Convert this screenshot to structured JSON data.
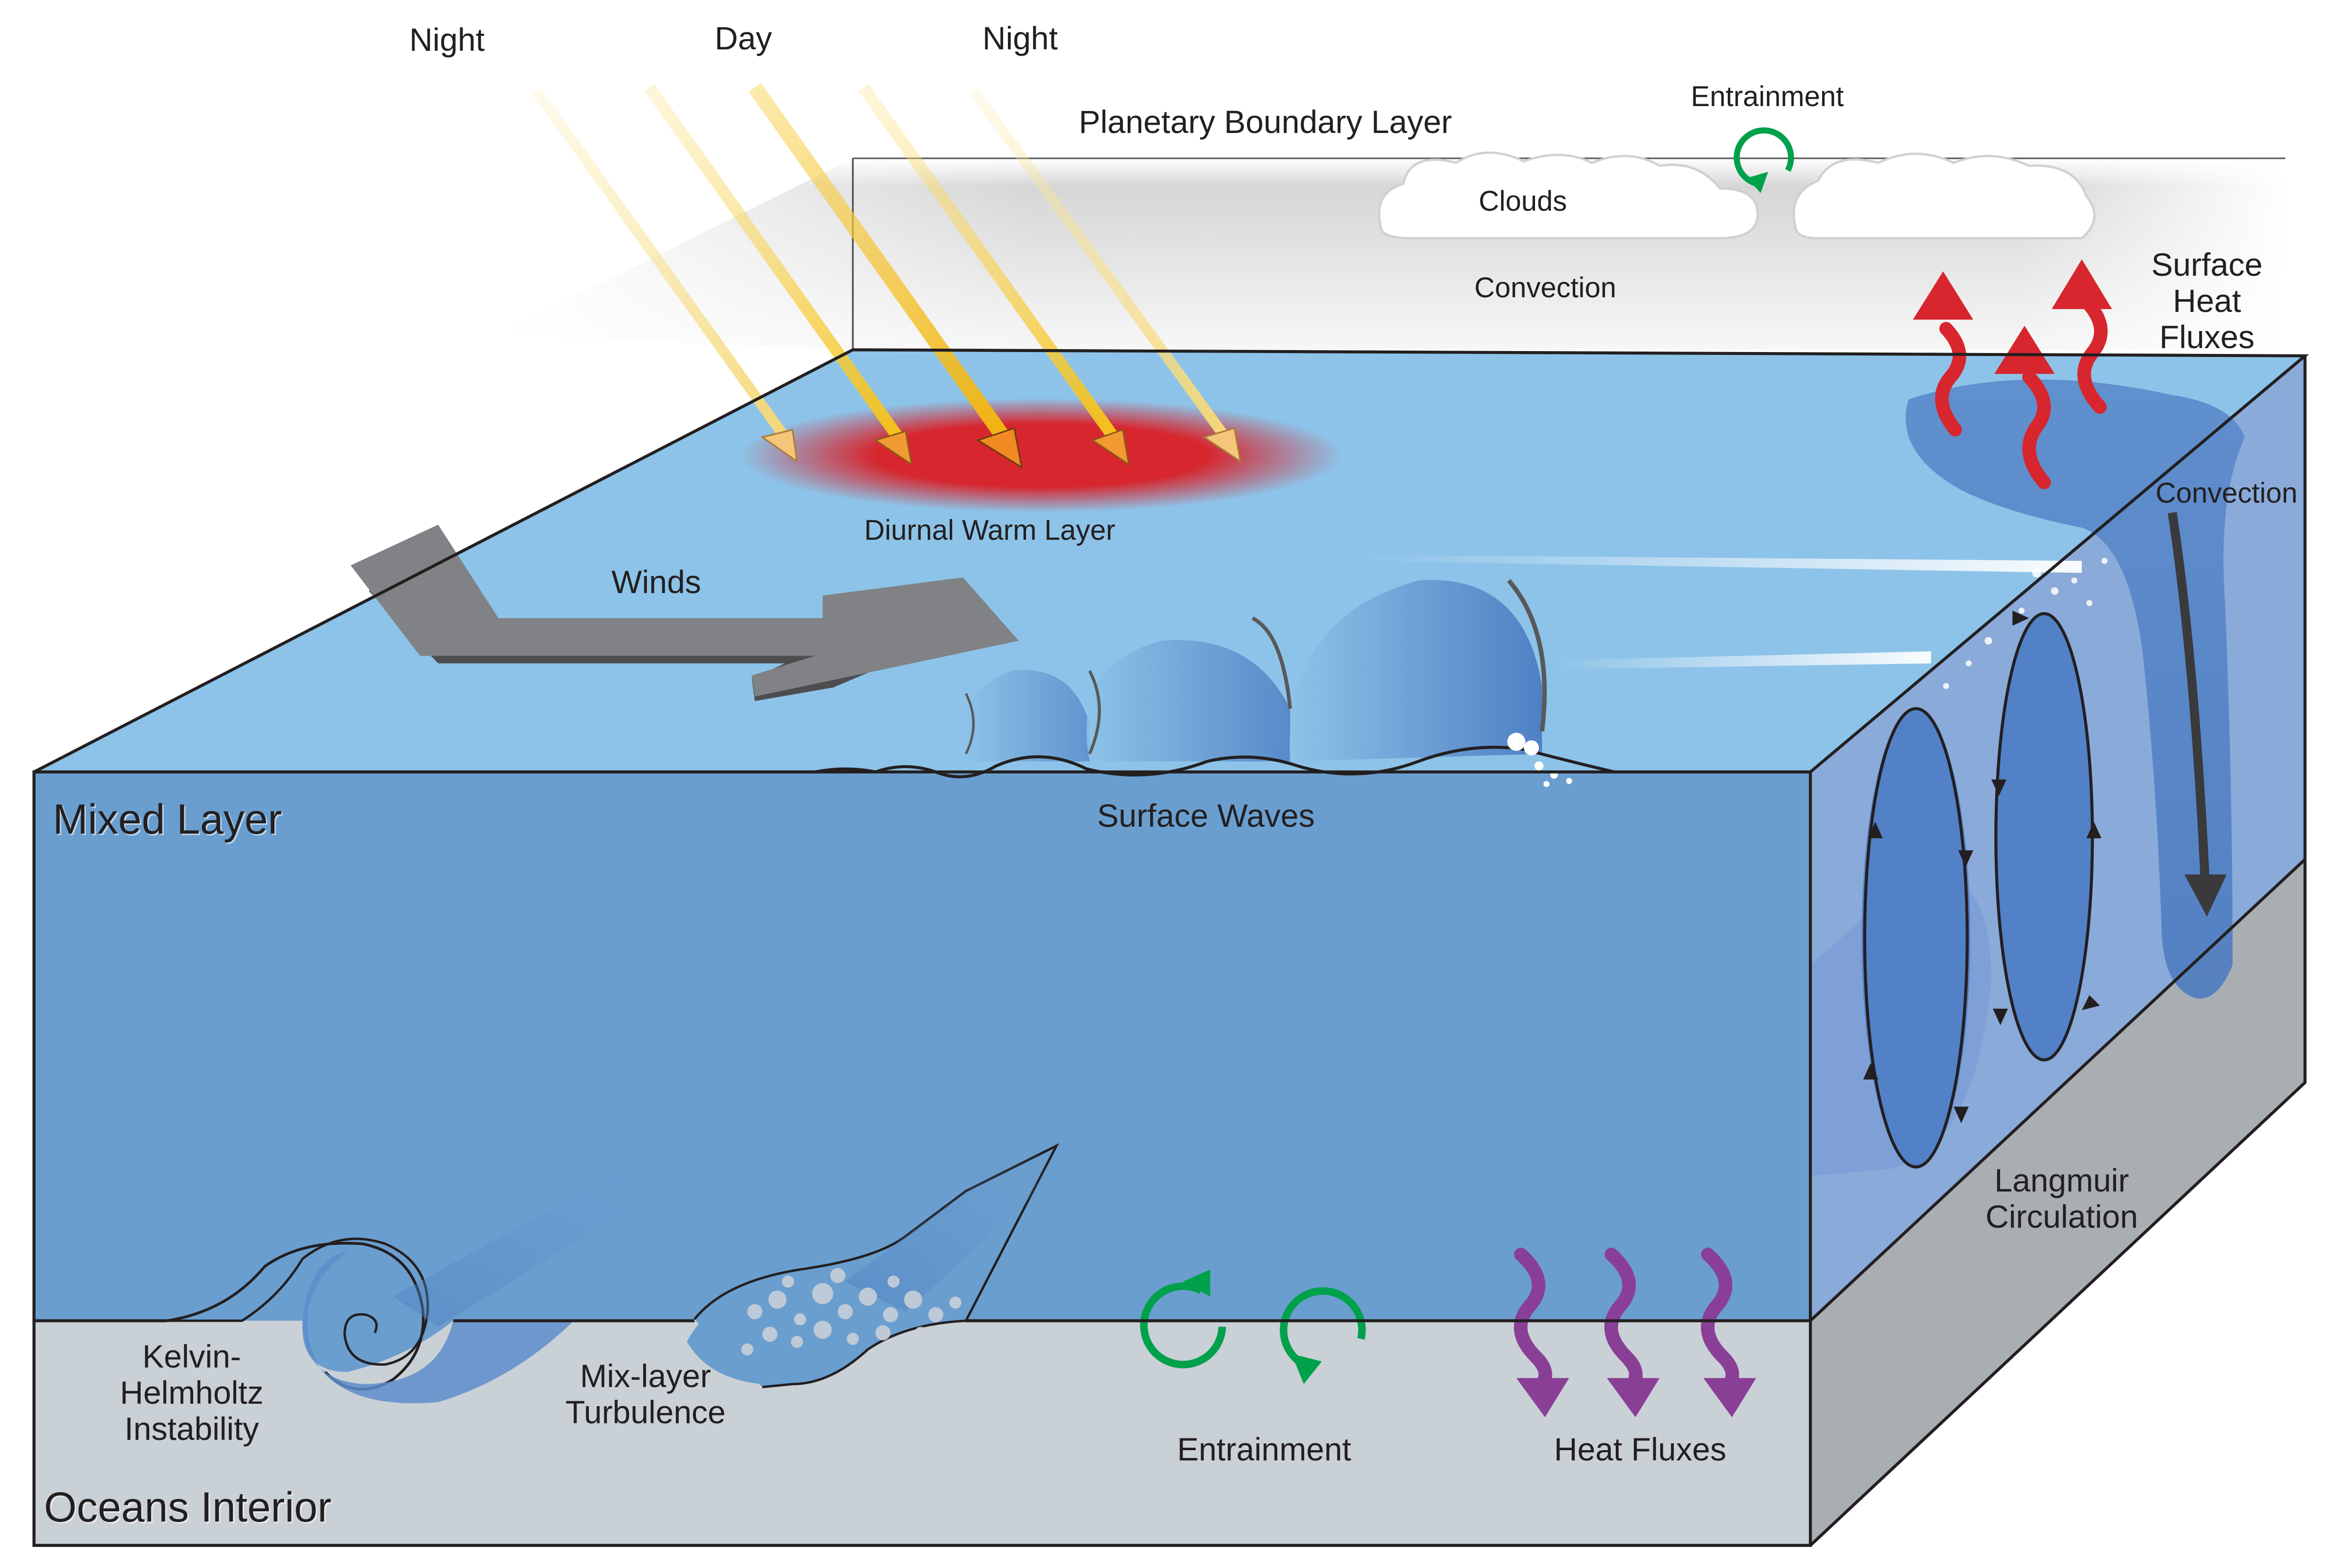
{
  "labels": {
    "night_left": "Night",
    "day": "Day",
    "night_right": "Night",
    "planetary_boundary_layer": "Planetary Boundary Layer",
    "entrainment_top": "Entrainment",
    "clouds": "Clouds",
    "convection_atmosphere": "Convection",
    "surface_heat_fluxes": "Surface Heat\nFluxes",
    "convection_ocean": "Convection",
    "diurnal_warm_layer": "Diurnal Warm Layer",
    "winds": "Winds",
    "mixed_layer": "Mixed Layer",
    "surface_waves": "Surface Waves",
    "langmuir_circulation": "Langmuir\nCirculation",
    "kelvin_helmholtz": "Kelvin-\nHelmholtz\nInstability",
    "mix_layer_turbulence": "Mix-layer\nTurbulence",
    "entrainment_bottom": "Entrainment",
    "heat_fluxes": "Heat Fluxes",
    "oceans_interior": "Oceans Interior"
  },
  "colors": {
    "ocean_top": "#8dc3e8",
    "mixed_layer": "#6a9ecf",
    "mixed_layer_side": "#8aaad9",
    "interior": "#c9d0d6",
    "interior_side": "#a9aeb3",
    "warm_layer": "#d7262e",
    "sun_ray": "#f6c61c",
    "wind_arrow": "#808285",
    "entrainment": "#00a14b",
    "surface_heat_flux": "#d7262e",
    "heat_flux": "#8a3f97",
    "outline": "#231f20"
  },
  "icons": [
    "sun-ray-arrow",
    "wind-arrow",
    "clockwise-circular-arrow",
    "counterclockwise-circular-arrow",
    "wavy-up-arrow",
    "wavy-down-arrow",
    "downward-arrow"
  ]
}
